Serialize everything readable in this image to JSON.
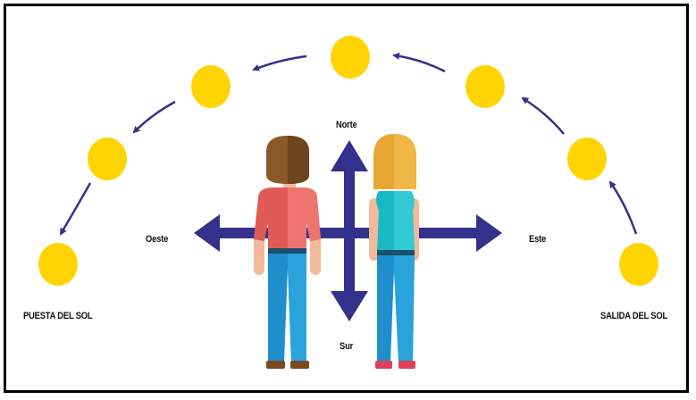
{
  "labels": {
    "north": "Norte",
    "south": "Sur",
    "west": "Oeste",
    "east": "Este",
    "sunset": "PUESTA DEL SOL",
    "sunrise": "SALIDA DEL SOL"
  },
  "colors": {
    "sun": "#FFD400",
    "arrow": "#36318A",
    "compass": "#34318C",
    "frame": "#000000",
    "man_hair": "#8A5A2B",
    "man_shirt": "#E05A57",
    "woman_hair": "#E8A632",
    "woman_top": "#19B9C4",
    "jeans": "#1E8FCB",
    "skin": "#F2B99B"
  },
  "icons": [
    "sun-icon",
    "path-arrow-icon",
    "compass-arrows-icon",
    "man-figure-icon",
    "woman-figure-icon"
  ]
}
